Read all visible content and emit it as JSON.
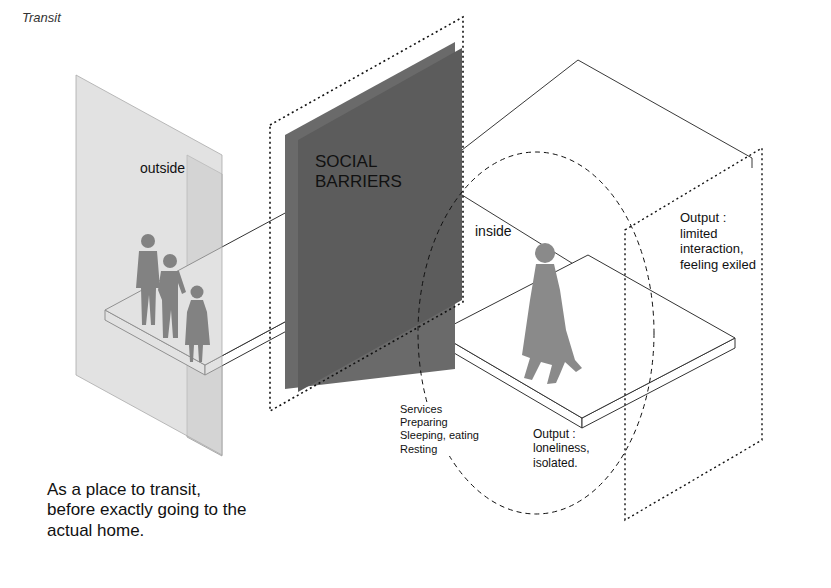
{
  "diagram": {
    "title": "Transit",
    "caption": "As a place to transit, before exactly going to the actual home.",
    "nodes": [
      {
        "text": [
          "outside"
        ]
      },
      {
        "text": [
          "SOCIAL BARRIERS"
        ]
      },
      {
        "text": [
          "inside",
          "Services Preparing Sleeping, eating Resting",
          "Output : loneliness, isolated."
        ]
      },
      {
        "text": [
          "Output : limited interaction, feeling exiled"
        ]
      }
    ]
  }
}
